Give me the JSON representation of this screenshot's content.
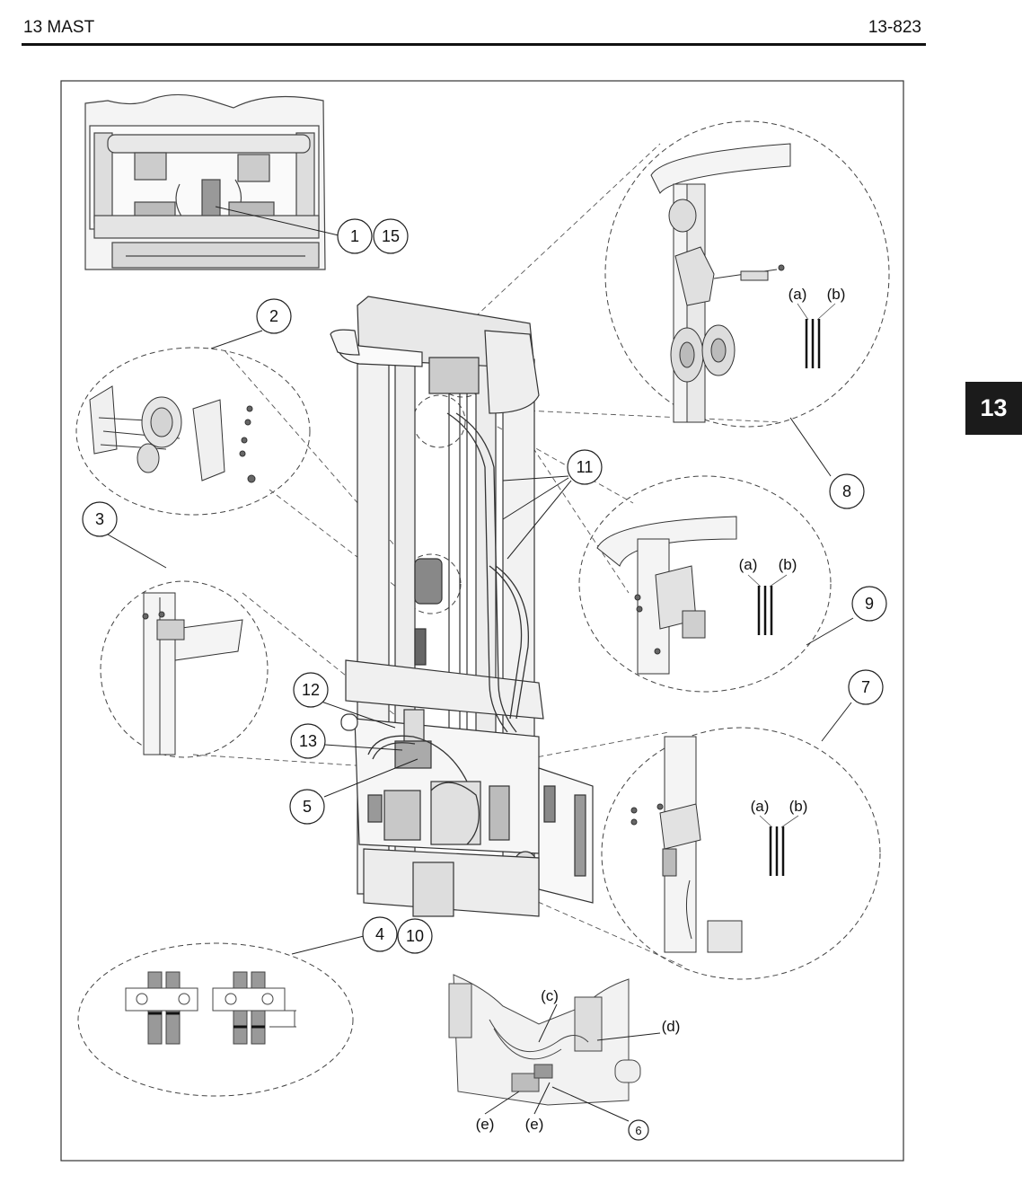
{
  "header": {
    "section": "13 MAST",
    "page": "13-823"
  },
  "side_tab": "13",
  "callouts": {
    "c1": "1",
    "c15": "15",
    "c2": "2",
    "c3": "3",
    "c4": "4",
    "c10": "10",
    "c5": "5",
    "c6": "6",
    "c7": "7",
    "c8": "8",
    "c9": "9",
    "c11": "11",
    "c12": "12",
    "c13": "13"
  },
  "letters": {
    "a": "(a)",
    "b": "(b)",
    "c": "(c)",
    "d": "(d)",
    "e": "(e)"
  }
}
